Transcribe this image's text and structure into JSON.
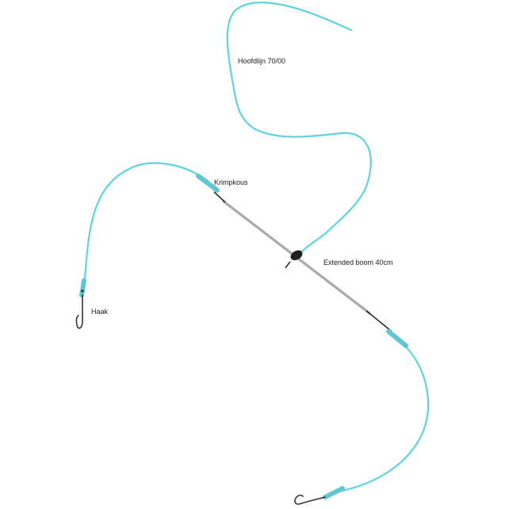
{
  "labels": {
    "main_line": "Hoofdlijn 70/00",
    "crimp": "Krimpkous",
    "boom": "Extended boom 40cm",
    "hook": "Haak"
  },
  "colors": {
    "line": "#5fd3e0",
    "sleeve": "#5fc7d3",
    "boom": "#a9a9a9",
    "wire": "#2b2b2b",
    "hook": "#333333",
    "bead": "#1f1f1f"
  }
}
